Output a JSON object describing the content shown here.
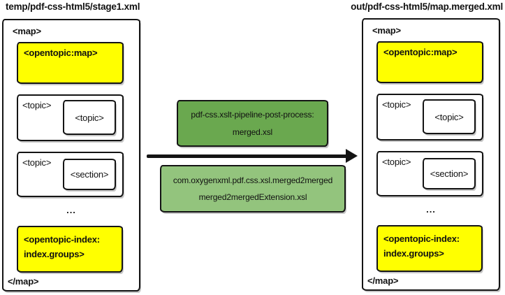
{
  "input_file": {
    "title": "temp/pdf-css-html5/stage1.xml",
    "map_open": "<map>",
    "opentopic_map": "<opentopic:map>",
    "topic_groups": [
      {
        "outer": "<topic>",
        "inner": "<topic>"
      },
      {
        "outer": "<topic>",
        "inner": "<section>"
      }
    ],
    "ellipsis": "...",
    "opentopic_index": {
      "line1": "<opentopic-index:",
      "line2": "index.groups>"
    },
    "map_close": "</map>"
  },
  "output_file": {
    "title": "out/pdf-css-html5/map.merged.xml",
    "map_open": "<map>",
    "opentopic_map": "<opentopic:map>",
    "topic_groups": [
      {
        "outer": "<topic>",
        "inner": "<topic>"
      },
      {
        "outer": "<topic>",
        "inner": "<section>"
      }
    ],
    "ellipsis": "...",
    "opentopic_index": {
      "line1": "<opentopic-index:",
      "line2": "index.groups>"
    },
    "map_close": "</map>"
  },
  "transformation": {
    "pipeline_box": {
      "line1": "pdf-css.xslt-pipeline-post-process:",
      "line2": "merged.xsl"
    },
    "extension_box": {
      "line1": "com.oxygenxml.pdf.css.xsl.merged2merged",
      "line2": "merged2mergedExtension.xsl"
    }
  },
  "colors": {
    "highlight": "#ffff00",
    "pipeline_green": "#6aa84f",
    "extension_green": "#93c47d",
    "border": "#141414"
  }
}
